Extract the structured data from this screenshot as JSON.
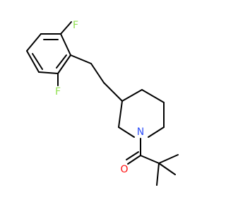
{
  "molecule": {
    "atoms": {
      "fluorine_top": "F",
      "fluorine_bottom": "F",
      "nitrogen": "N",
      "oxygen": "O"
    },
    "colors": {
      "bond": "#000000",
      "fluorine": "#90E050",
      "nitrogen": "#3050F8",
      "oxygen": "#FF0D0D"
    }
  }
}
